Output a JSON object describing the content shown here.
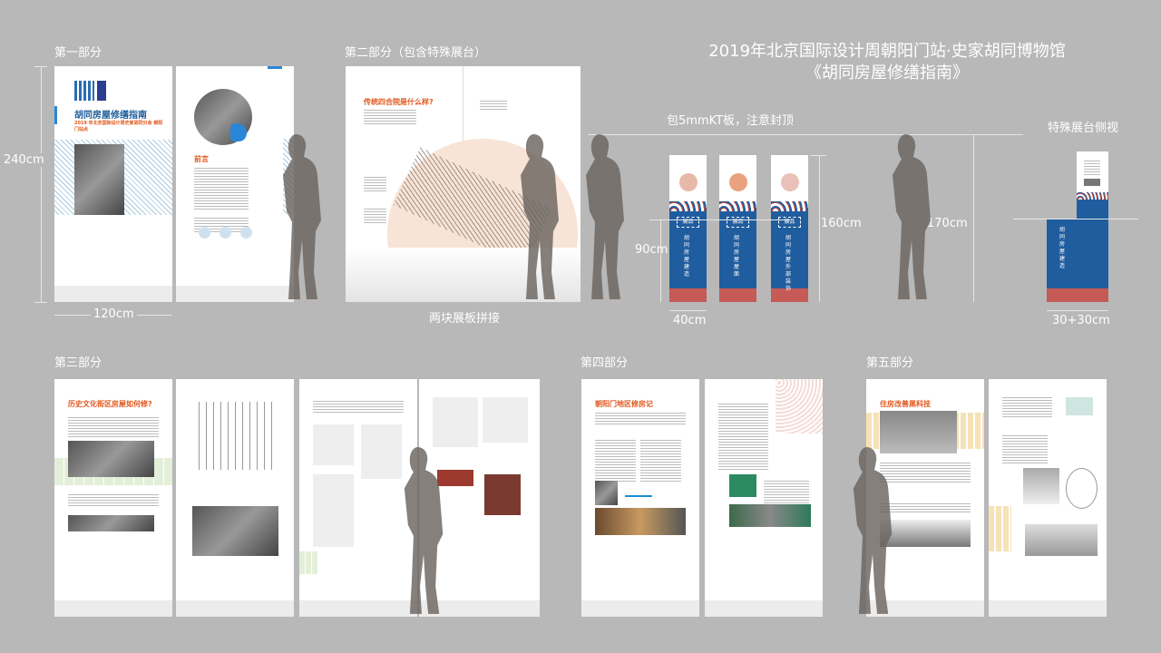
{
  "header": {
    "title_line1": "2019年北京国际设计周朝阳门站·史家胡同博物馆",
    "title_line2": "《胡同房屋修缮指南》"
  },
  "sections": {
    "part1": "第一部分",
    "part2": "第二部分（包含特殊展台）",
    "part3": "第三部分",
    "part4": "第四部分",
    "part5": "第五部分"
  },
  "dimensions": {
    "height_240": "240cm",
    "width_120": "120cm",
    "joined_note": "两块展板拼接",
    "kt_note": "包5mmKT板，注意封顶",
    "h_160": "160cm",
    "h_90": "90cm",
    "w_40": "40cm",
    "h_170": "170cm",
    "special_side": "特殊展台侧视",
    "w_30_30": "30+30cm"
  },
  "panels": {
    "p1_title": "胡同房屋修缮指南",
    "p1_subtitle": "2019 年北京国际设计周史家胡同分会 朝阳门站点",
    "p2_title": "前言",
    "p3_title": "传统四合院是什么样?",
    "p4_title": "历史文化街区房屋如何修?",
    "p8_title": "朝阳门地区修房记",
    "p10_title": "住房改善黑科技"
  },
  "pillars": [
    {
      "tag": "展品",
      "text": "胡同房屋建造"
    },
    {
      "tag": "展品",
      "text": "胡同房屋屋面"
    },
    {
      "tag": "展品",
      "text": "胡同房屋外部装饰"
    }
  ],
  "special": {
    "text": "胡同房屋建造"
  },
  "colors": {
    "background": "#b8b8b8",
    "pillar_blue": "#205d9e",
    "pillar_red": "#c55a57",
    "accent_orange": "#e2571d"
  }
}
